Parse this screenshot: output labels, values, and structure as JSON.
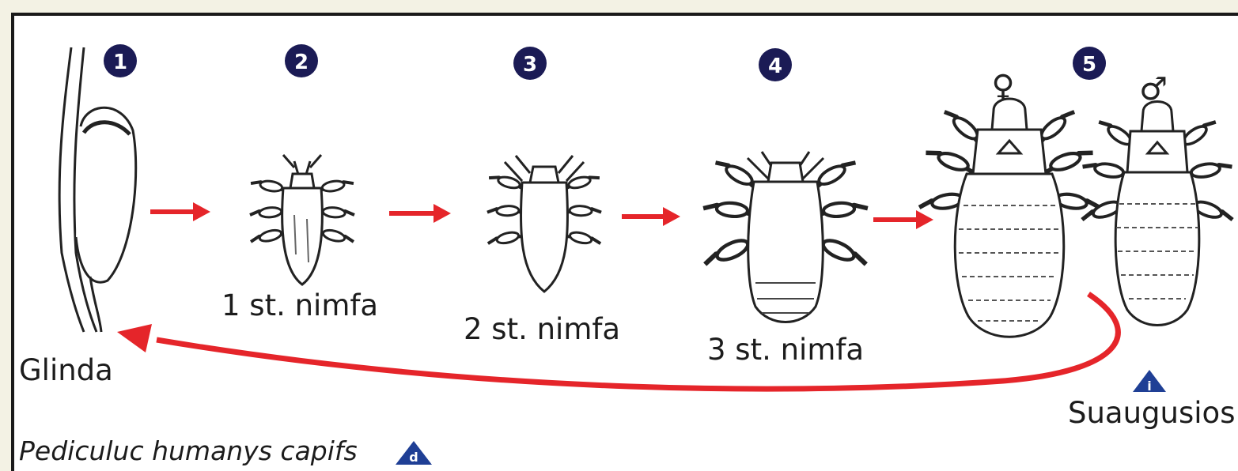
{
  "steps": [
    {
      "number": "1",
      "label": "Glinda"
    },
    {
      "number": "2",
      "label": "1 st. nimfa"
    },
    {
      "number": "3",
      "label": "2 st. nimfa"
    },
    {
      "number": "4",
      "label": "3 st. nimfa"
    },
    {
      "number": "5",
      "label": "Suaugusios"
    }
  ],
  "female_symbol": "♀",
  "male_symbol": "♂",
  "species": "Pediculuc humanys capifs",
  "badge_d": "d",
  "badge_i": "i",
  "colors": {
    "arrow": "#e5252a",
    "badge": "#1b1b55",
    "triangle": "#1f3f95",
    "ink": "#222222"
  }
}
